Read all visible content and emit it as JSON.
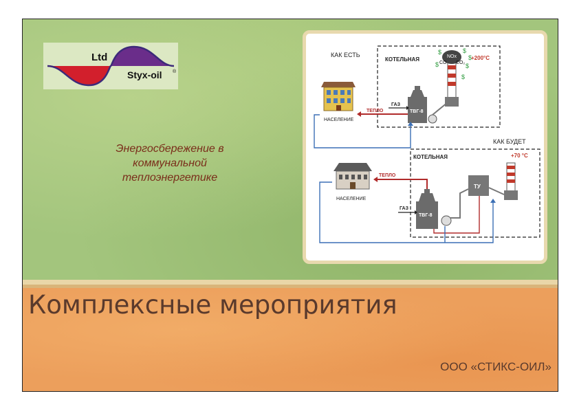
{
  "logo": {
    "top_text": "Ltd",
    "brand": "Styx-oil",
    "registered_mark": "®"
  },
  "subtitle": {
    "line1": "Энергосбережение в",
    "line2": "коммунальной",
    "line3": "теплоэнергетике"
  },
  "diagram": {
    "before_label": "КАК ЕСТЬ",
    "after_label": "КАК БУДЕТ",
    "boiler_room_before": "КОТЕЛЬНАЯ",
    "boiler_room_after": "КОТЕЛЬНАЯ",
    "gas_before": "ГАЗ",
    "gas_after": "ГАЗ",
    "heat_before": "ТЕПЛО",
    "heat_after": "ТЕПЛО",
    "unit_before": "ТВГ-8",
    "unit_after": "ТВГ-8",
    "exchanger": "ТУ",
    "population_before": "НАСЕЛЕНИЕ",
    "population_after": "НАСЕЛЕНИЕ",
    "temp_before": "+200°C",
    "temp_after": "+70 °C",
    "emissions": {
      "nox": "NOx",
      "co": "CO",
      "co2": "CO₂"
    },
    "money_symbol": "$"
  },
  "main_title": "Комплексные мероприятия",
  "company": "ООО «СТИКС-ОИЛ»",
  "colors": {
    "green_bg": "#a3c57d",
    "orange_bg": "#ec9f5c",
    "heat_arrow": "#b02a2a",
    "flow_line": "#3b6fb5"
  }
}
